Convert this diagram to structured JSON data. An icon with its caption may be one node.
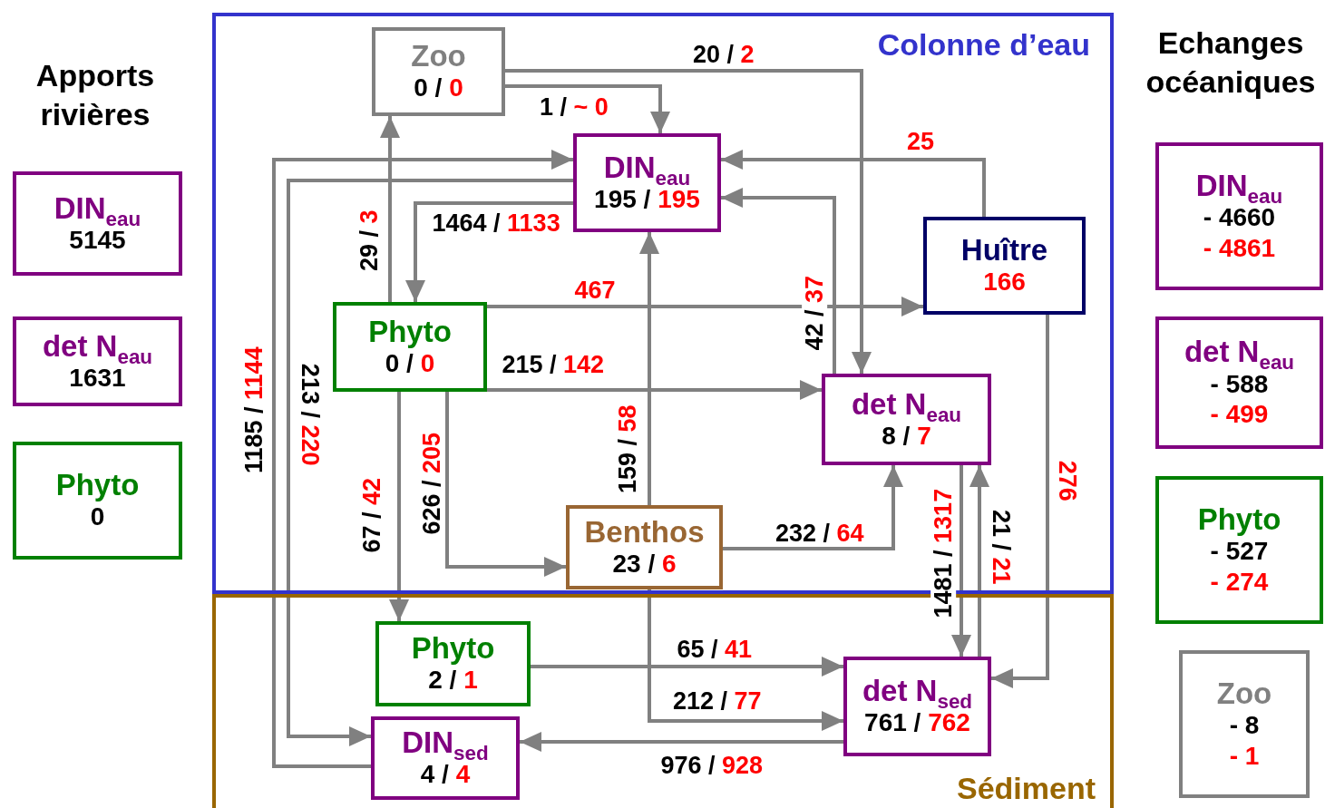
{
  "diagram": {
    "nodes": [
      {
        "text": [
          "Colonne d’eau"
        ]
      },
      {
        "text": [
          "Zoo",
          "0 / 0"
        ],
        "in": 0
      },
      {
        "text": [
          "DIN$_{eau}$",
          "195 / 195"
        ],
        "in": 0
      },
      {
        "text": [
          "Huître",
          "166"
        ],
        "in": 0
      },
      {
        "text": [
          "Phyto",
          "0 / 0"
        ],
        "in": 0
      },
      {
        "text": [
          "det N$_{eau}$",
          "8 / 7"
        ],
        "in": 0
      },
      {
        "text": [
          "Benthos",
          "23 / 6"
        ],
        "in": 0
      },
      {
        "text": [
          "Sédiment"
        ]
      },
      {
        "text": [
          "Phyto",
          "2 / 1"
        ],
        "in": 7
      },
      {
        "text": [
          "DIN$_{sed}$",
          "4 / 4"
        ],
        "in": 7
      },
      {
        "text": [
          "det N$_{sed}$",
          "761 / 762"
        ],
        "in": 7
      },
      {
        "text": [
          "DIN$_{eau}$",
          "5145"
        ]
      },
      {
        "text": [
          "det N$_{eau}$",
          "1631"
        ]
      },
      {
        "text": [
          "Phyto",
          "0"
        ]
      },
      {
        "text": [
          "DIN$_{eau}$",
          "- 4660",
          "- 4861"
        ]
      },
      {
        "text": [
          "det N$_{eau}$",
          "- 588",
          "- 499"
        ]
      },
      {
        "text": [
          "Phyto",
          "- 527",
          "- 274"
        ]
      },
      {
        "text": [
          "Zoo",
          "- 8",
          "- 1"
        ]
      }
    ],
    "edges": [
      {
        "from": 1,
        "to": 5,
        "arrow": "to",
        "label": "20 / 2"
      },
      {
        "from": 1,
        "to": 2,
        "arrow": "to",
        "label": "1 / ~ 0"
      },
      {
        "from": 4,
        "to": 1,
        "arrow": "to",
        "label": "29 / 3"
      },
      {
        "from": 2,
        "to": 4,
        "arrow": "to",
        "label": "1464 / 1133"
      },
      {
        "from": 9,
        "to": 2,
        "arrow": "to",
        "label": "1185 / 1144"
      },
      {
        "from": 2,
        "to": 9,
        "arrow": "to",
        "label": "213 / 220"
      },
      {
        "from": 4,
        "to": 3,
        "arrow": "to",
        "label": "467"
      },
      {
        "from": 4,
        "to": 5,
        "arrow": "to",
        "label": "215 / 142"
      },
      {
        "from": 4,
        "to": 8,
        "arrow": "to",
        "label": "67 / 42"
      },
      {
        "from": 4,
        "to": 6,
        "arrow": "to",
        "label": "626 / 205"
      },
      {
        "from": 6,
        "to": 2,
        "arrow": "to",
        "label": "159 / 58"
      },
      {
        "from": 6,
        "to": 5,
        "arrow": "to",
        "label": "232 / 64"
      },
      {
        "from": 3,
        "to": 2,
        "arrow": "to",
        "label": "25"
      },
      {
        "from": 5,
        "to": 2,
        "arrow": "to",
        "label": "42 / 37"
      },
      {
        "from": 6,
        "to": 10,
        "arrow": "to",
        "label": "212 / 77"
      },
      {
        "from": 3,
        "to": 10,
        "arrow": "to",
        "label": "276"
      },
      {
        "from": 5,
        "to": 10,
        "arrow": "to",
        "label": "1481 / 1317"
      },
      {
        "from": 10,
        "to": 5,
        "arrow": "to",
        "label": "21 / 21"
      },
      {
        "from": 8,
        "to": 10,
        "arrow": "to",
        "label": "65 / 41"
      },
      {
        "from": 10,
        "to": 9,
        "arrow": "to",
        "label": "976 / 928"
      }
    ],
    "labels": [
      "Apports rivières",
      "Echanges océaniques"
    ]
  }
}
